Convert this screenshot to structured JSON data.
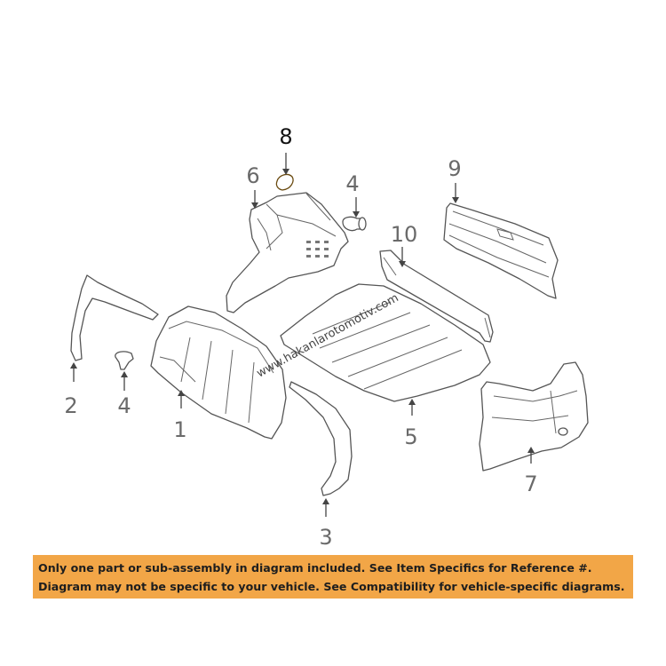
{
  "colors": {
    "highlight_part": "#f2a02f",
    "notice_background": "#f2a647",
    "line_color": "#555555"
  },
  "watermark": "www.hakanlarotomotiv.com",
  "callouts": {
    "c1": "1",
    "c2": "2",
    "c3": "3",
    "c4a": "4",
    "c4b": "4",
    "c5": "5",
    "c6": "6",
    "c7": "7",
    "c8": "8",
    "c9": "9",
    "c10": "10"
  },
  "notice": {
    "line1": "Only one part or sub-assembly in diagram included. See Item Specifics for Reference #.",
    "line2": "Diagram may not be specific to your vehicle. See Compatibility for vehicle-specific diagrams."
  }
}
